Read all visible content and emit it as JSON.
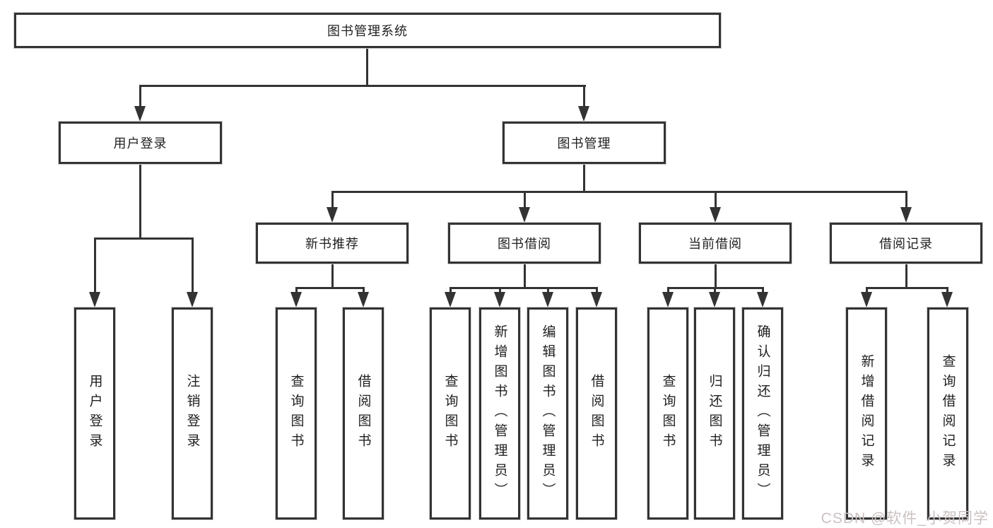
{
  "tree": {
    "root_label": "图书管理系统",
    "branches": [
      {
        "label": "用户登录",
        "children": [
          {
            "label": "用户登录"
          },
          {
            "label": "注销登录"
          }
        ]
      },
      {
        "label": "图书管理",
        "children": [
          {
            "label": "新书推荐",
            "children": [
              {
                "label": "查询图书"
              },
              {
                "label": "借阅图书"
              }
            ]
          },
          {
            "label": "图书借阅",
            "children": [
              {
                "label": "查询图书"
              },
              {
                "label": "新增图书（管理员）"
              },
              {
                "label": "编辑图书（管理员）"
              },
              {
                "label": "借阅图书"
              }
            ]
          },
          {
            "label": "当前借阅",
            "children": [
              {
                "label": "查询图书"
              },
              {
                "label": "归还图书"
              },
              {
                "label": "确认归还（管理员）"
              }
            ]
          },
          {
            "label": "借阅记录",
            "children": [
              {
                "label": "新增借阅记录"
              },
              {
                "label": "查询借阅记录"
              }
            ]
          }
        ]
      }
    ]
  },
  "watermark": {
    "text": "CSDN @软件_小贺同学",
    "color": "#cbc1c1"
  },
  "colors": {
    "line": "#333333",
    "text": "#1f1f1f",
    "box_bg": "#ffffff",
    "box_border": "#333333"
  }
}
